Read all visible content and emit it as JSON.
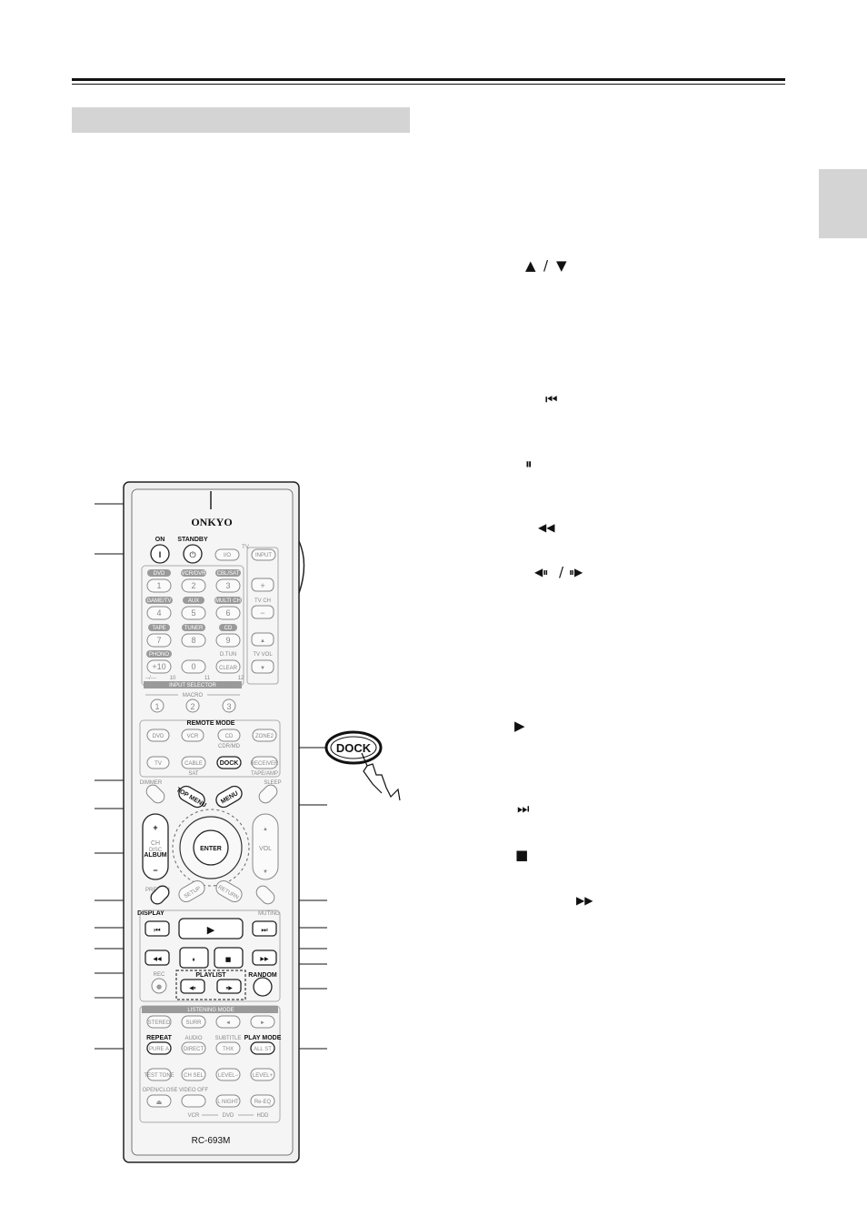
{
  "colors": {
    "rule": "#111111",
    "heading_bar": "#d4d4d4",
    "side_tab": "#d4d4d4",
    "remote_body": "#efefef"
  },
  "glyphs": {
    "up_down_up": "▲",
    "up_down_slash": "/",
    "up_down_down": "▼",
    "previous": "⏮",
    "pause": "⏸",
    "rewind": "◀◀",
    "step_back": "◀⏸",
    "step_slash": "/",
    "step_fwd": "⏸▶",
    "play": "▶",
    "next": "⏭",
    "stop": "■",
    "fast_forward": "▶▶"
  },
  "remote": {
    "brand": "ONKYO",
    "model": "RC-693M",
    "dock_callout": "DOCK",
    "top": {
      "on": "ON",
      "standby": "STANDBY",
      "on_symbol": "I",
      "standby_symbol": "⏻"
    },
    "tv": {
      "title": "TV",
      "io": "I/O",
      "input": "INPUT",
      "tv_ch": "TV CH",
      "tv_vol": "TV VOL",
      "plus": "+",
      "minus": "−",
      "up": "▲",
      "down": "▼"
    },
    "input_selector": {
      "title": "INPUT SELECTOR",
      "sources": [
        "DVD",
        "VCR/DVR",
        "CBL/SAT",
        "GAME/TV",
        "AUX",
        "MULTI CH",
        "TAPE",
        "TUNER",
        "CD",
        "PHONO",
        "",
        "D.TUN"
      ],
      "keys": [
        "1",
        "2",
        "3",
        "4",
        "5",
        "6",
        "7",
        "8",
        "9",
        "+10",
        "0",
        "CLEAR"
      ],
      "sub10": "10",
      "sub11": "11",
      "sub12": "12",
      "dashes": "--/---"
    },
    "macro": {
      "title": "MACRO",
      "keys": [
        "1",
        "2",
        "3"
      ]
    },
    "remote_mode": {
      "title": "REMOTE MODE",
      "row1": [
        "DVD",
        "VCR",
        "CD",
        "ZONE2"
      ],
      "row2": [
        "TV",
        "CABLE",
        "DOCK",
        "RECEIVER"
      ],
      "cd_sub": "CDR/MD",
      "sat_sub": "SAT",
      "tape_sub": "TAPE/AMP"
    },
    "nav": {
      "dimmer": "DIMMER",
      "sleep": "SLEEP",
      "top_menu": "TOP MENU",
      "menu": "MENU",
      "enter": "ENTER",
      "setup": "SETUP",
      "return": "RETURN",
      "ch": "CH",
      "disc": "DISC",
      "album": "ALBUM",
      "vol": "VOL",
      "plus": "+",
      "minus": "−",
      "prev_ch": "PREV CH"
    },
    "transport": {
      "display": "DISPLAY",
      "muting": "MUTING",
      "rec": "REC",
      "random": "RANDOM",
      "playlist": "PLAYLIST",
      "prev": "⏮",
      "play": "▶",
      "next": "⏭",
      "rew": "◀◀",
      "pause": "⏸",
      "stop": "■",
      "ff": "▶▶",
      "pl_prev": "◀⏸",
      "pl_next": "⏸▶",
      "rec_dot": "●"
    },
    "listening_mode": {
      "title": "LISTENING MODE",
      "row1": [
        "STEREO",
        "SURR",
        "◄",
        "►"
      ],
      "labels2": [
        "REPEAT",
        "AUDIO",
        "SUBTITLE",
        "PLAY MODE"
      ],
      "row2": [
        "PURE A",
        "DIRECT",
        "THX",
        "ALL ST"
      ],
      "row3": [
        "TEST TONE",
        "CH SEL",
        "LEVEL−",
        "LEVEL+"
      ],
      "labels4": [
        "OPEN/CLOSE",
        "VIDEO OFF"
      ],
      "row4": [
        "⏏",
        "",
        "L NIGHT",
        "Re-EQ"
      ],
      "footer": [
        "VCR",
        "DVD",
        "HDD"
      ]
    }
  }
}
